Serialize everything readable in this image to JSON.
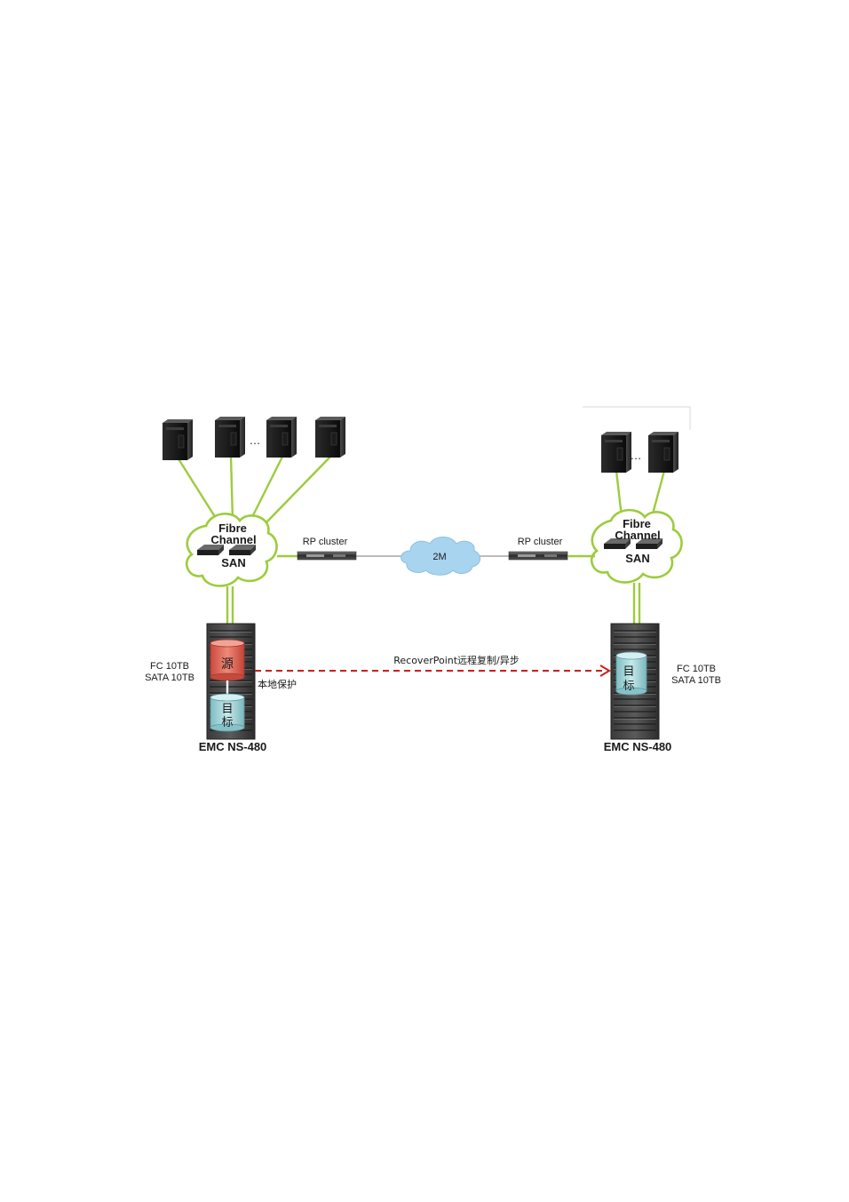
{
  "left_site": {
    "servers_ellipsis": "…",
    "san": {
      "line1": "Fibre",
      "line2": "Channel",
      "line3": "SAN"
    },
    "rp_label": "RP cluster",
    "storage": {
      "capacity_line1": "FC  10TB",
      "capacity_line2": "SATA 10TB",
      "source_char": "源",
      "target_line1": "目",
      "target_line2": "标",
      "local_protect": "本地保护",
      "model": "EMC NS-480"
    }
  },
  "right_site": {
    "servers_ellipsis": "…",
    "san": {
      "line1": "Fibre",
      "line2": "Channel",
      "line3": "SAN"
    },
    "rp_label": "RP cluster",
    "storage": {
      "capacity_line1": "FC  10TB",
      "capacity_line2": "SATA 10TB",
      "target_line1": "目",
      "target_line2": "标",
      "model": "EMC NS-480"
    }
  },
  "wan": {
    "label": "2M"
  },
  "replication": {
    "label": "RecoverPoint远程复制/异步"
  },
  "colors": {
    "link_green": "#9ccc3c",
    "replication_red": "#c8201e",
    "source_red": "#e06a5a",
    "target_teal": "#a8d8dc",
    "wan_blue": "#a9d4ef"
  }
}
